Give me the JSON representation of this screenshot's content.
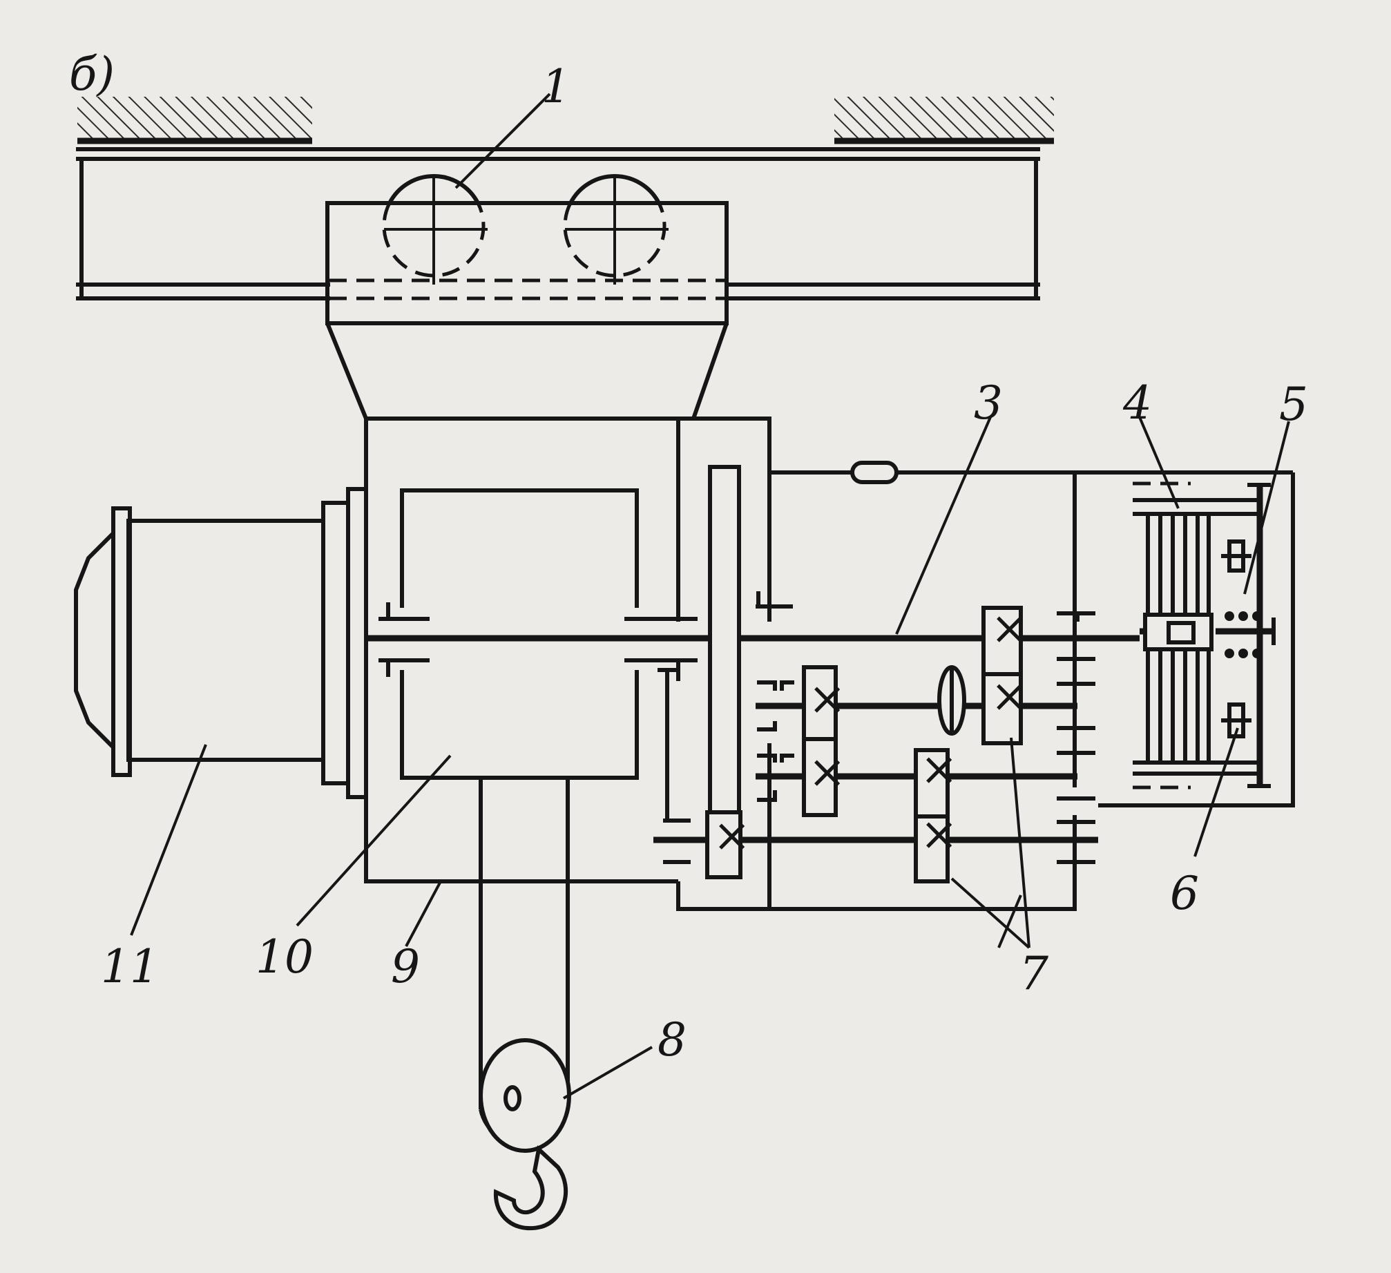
{
  "diagram": {
    "panel_letter": "б)",
    "callouts": [
      {
        "id": "1",
        "text": "1"
      },
      {
        "id": "3",
        "text": "3"
      },
      {
        "id": "4",
        "text": "4"
      },
      {
        "id": "5",
        "text": "5"
      },
      {
        "id": "6",
        "text": "6"
      },
      {
        "id": "7",
        "text": "7"
      },
      {
        "id": "8",
        "text": "8"
      },
      {
        "id": "9",
        "text": "9"
      },
      {
        "id": "10",
        "text": "10"
      },
      {
        "id": "11",
        "text": "11"
      }
    ]
  }
}
